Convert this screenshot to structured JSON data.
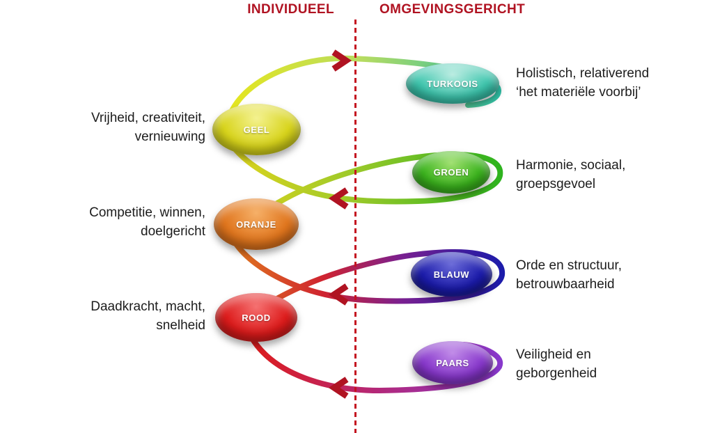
{
  "headers": {
    "left": "INDIVIDUEEL",
    "right": "OMGEVINGSGERICHT"
  },
  "accent_color": "#b01322",
  "levels": [
    {
      "name": "TURKOOIS",
      "side": "right",
      "color": "#2fbfa6",
      "desc_lines": [
        "Holistisch, relativerend",
        "‘het materiële voorbij’"
      ]
    },
    {
      "name": "GEEL",
      "side": "left",
      "color": "#d8d41c",
      "desc_lines": [
        "Vrijheid, creativiteit,",
        "vernieuwing"
      ]
    },
    {
      "name": "GROEN",
      "side": "right",
      "color": "#2eb31e",
      "desc_lines": [
        "Harmonie, sociaal,",
        "groepsgevoel"
      ]
    },
    {
      "name": "ORANJE",
      "side": "left",
      "color": "#e0761e",
      "desc_lines": [
        "Competitie, winnen,",
        "doelgericht"
      ]
    },
    {
      "name": "BLAUW",
      "side": "right",
      "color": "#1b1baa",
      "desc_lines": [
        "Orde en structuur,",
        "betrouwbaarheid"
      ]
    },
    {
      "name": "ROOD",
      "side": "left",
      "color": "#dd1c1c",
      "desc_lines": [
        "Daadkracht, macht,",
        "snelheid"
      ]
    },
    {
      "name": "PAARS",
      "side": "right",
      "color": "#8838cc",
      "desc_lines": [
        "Veiligheid en",
        "geborgenheid"
      ]
    }
  ]
}
